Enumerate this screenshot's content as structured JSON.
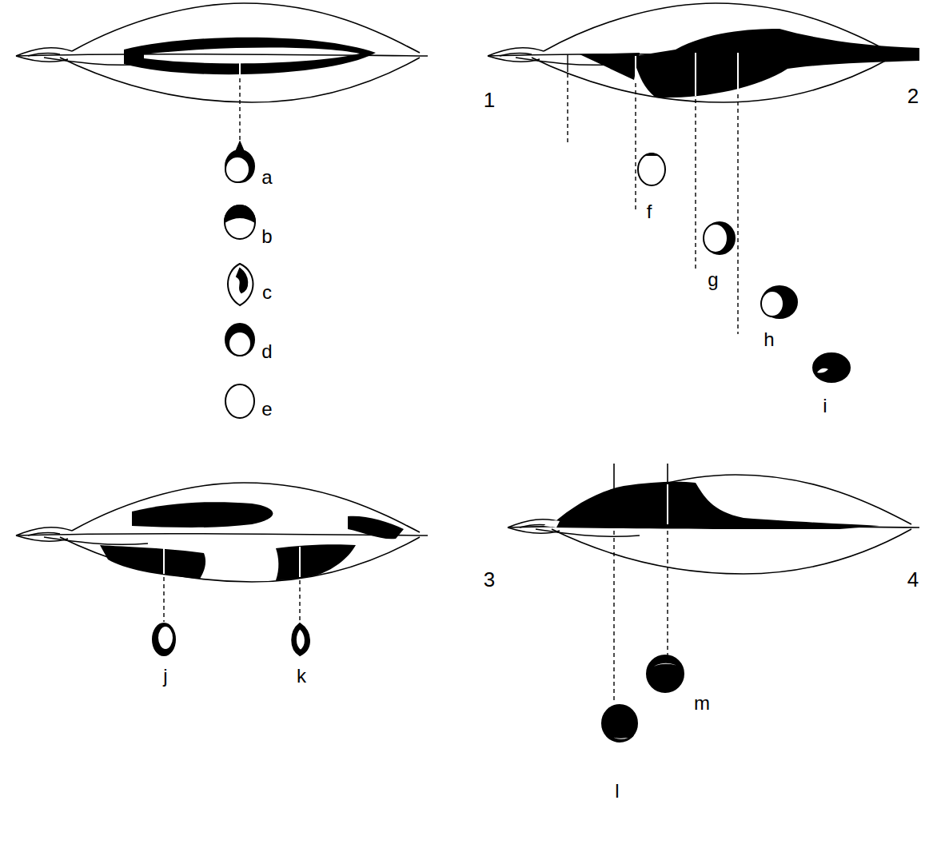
{
  "diagram": {
    "labels": [
      "1",
      "a",
      "b",
      "c",
      "d",
      "e",
      "2",
      "f",
      "g",
      "h",
      "i",
      "3",
      "j",
      "k",
      "4",
      "l",
      "m"
    ]
  }
}
